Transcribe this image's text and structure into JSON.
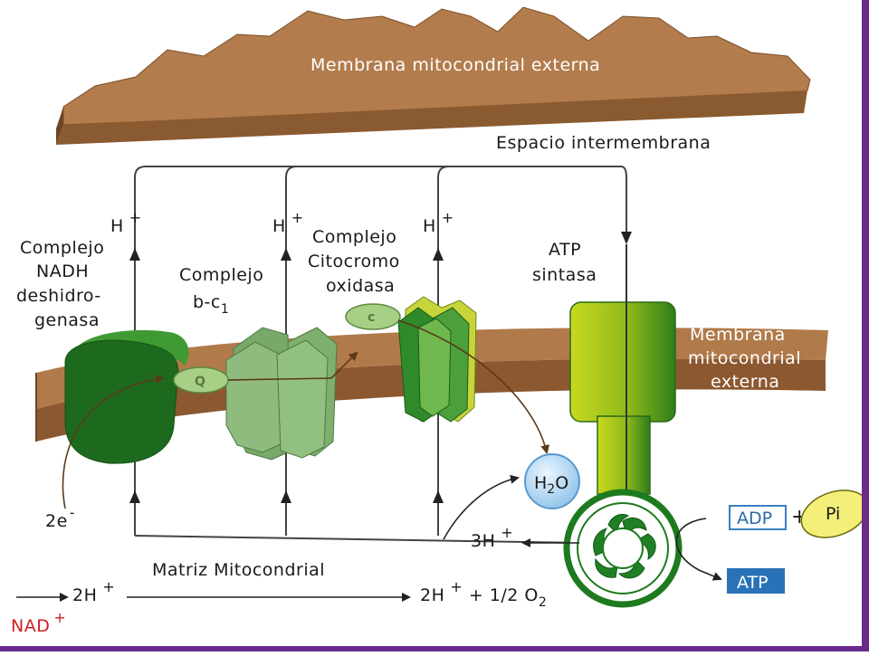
{
  "labels": {
    "outer_membrane": "Membrana mitocondrial externa",
    "intermembrane_space": "Espacio intermembrana",
    "inner_membrane": [
      "Membrana",
      "mitocondrial",
      "externa"
    ],
    "matrix": "Matriz Mitocondrial",
    "complex_nadh": [
      "Complejo",
      "NADH",
      "deshidro-",
      "genasa"
    ],
    "complex_bc1": [
      "Complejo",
      "b-c"
    ],
    "complex_bc1_sub": "1",
    "complex_cox": [
      "Complejo",
      "Citocromo",
      "oxidasa"
    ],
    "atp_synthase": [
      "ATP",
      "sintasa"
    ],
    "proton": "H",
    "plus": "+",
    "quinone": "Q",
    "cytochrome_c": "c",
    "water": "H",
    "water_sub": "2",
    "water_o": "O",
    "electrons": "2e",
    "minus": "-",
    "protons_2": "2H",
    "protons_3": "3H",
    "oxygen_text": " + 1/2 O",
    "oxygen_sub": "2",
    "nad": "NAD",
    "adp": "ADP",
    "pi": "Pi",
    "atp": "ATP"
  },
  "colors": {
    "membrane_top": "#b07a4a",
    "membrane_front": "#8e5a30",
    "complex_dark": "#1f6b20",
    "complex_medium": "#4f9a3a",
    "complex_light": "#8fbf6e",
    "atp_synthase_yellow": "#c8d41e",
    "water_blue": "#bcdcf5",
    "adp_box_border": "#3a7fc0",
    "atp_box_fill": "#2a72b8",
    "pi_yellow": "#f4f07a",
    "nad_red": "#d02020",
    "frame_purple": "#6a2a8a"
  }
}
